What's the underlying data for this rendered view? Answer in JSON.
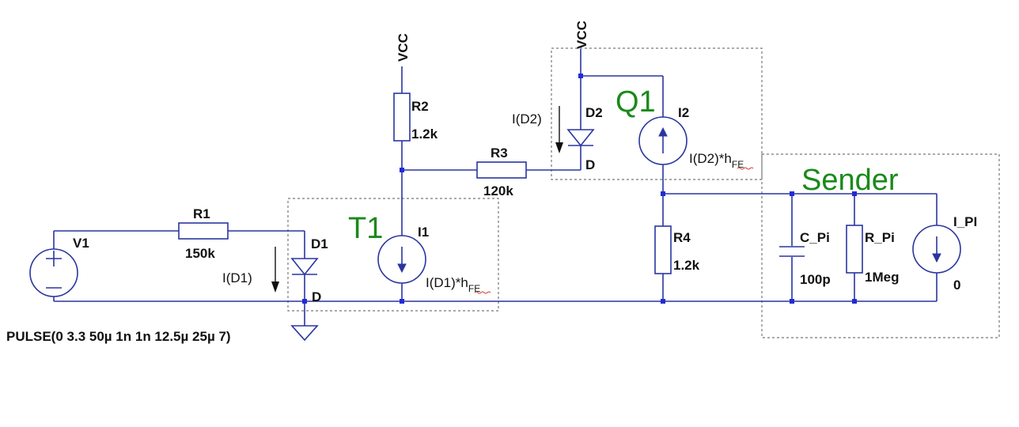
{
  "nodes": {
    "vcc_1": "VCC",
    "vcc_2": "VCC"
  },
  "groups": {
    "t1": "T1",
    "q1": "Q1",
    "sender": "Sender"
  },
  "components": {
    "v1": {
      "name": "V1",
      "value": "PULSE(0 3.3 50µ 1n 1n 12.5µ 25µ 7)"
    },
    "r1": {
      "name": "R1",
      "value": "150k"
    },
    "r2": {
      "name": "R2",
      "value": "1.2k"
    },
    "r3": {
      "name": "R3",
      "value": "120k"
    },
    "r4": {
      "name": "R4",
      "value": "1.2k"
    },
    "d1": {
      "name": "D1",
      "model": "D",
      "current": "I(D1)"
    },
    "d2": {
      "name": "D2",
      "model": "D",
      "current": "I(D2)"
    },
    "i1": {
      "name": "I1",
      "expr_main": "I(D1)*h",
      "expr_sub": "FE"
    },
    "i2": {
      "name": "I2",
      "expr_main": "I(D2)*h",
      "expr_sub": "FE"
    },
    "c_pi": {
      "name": "C_Pi",
      "value": "100p"
    },
    "r_pi": {
      "name": "R_Pi",
      "value": "1Meg"
    },
    "i_pi": {
      "name": "I_PI",
      "value": "0"
    }
  },
  "colors": {
    "wire": "#2a35a0",
    "junction": "#1f2bd8",
    "group_label": "#1a8a1a",
    "boundary": "#777777"
  }
}
